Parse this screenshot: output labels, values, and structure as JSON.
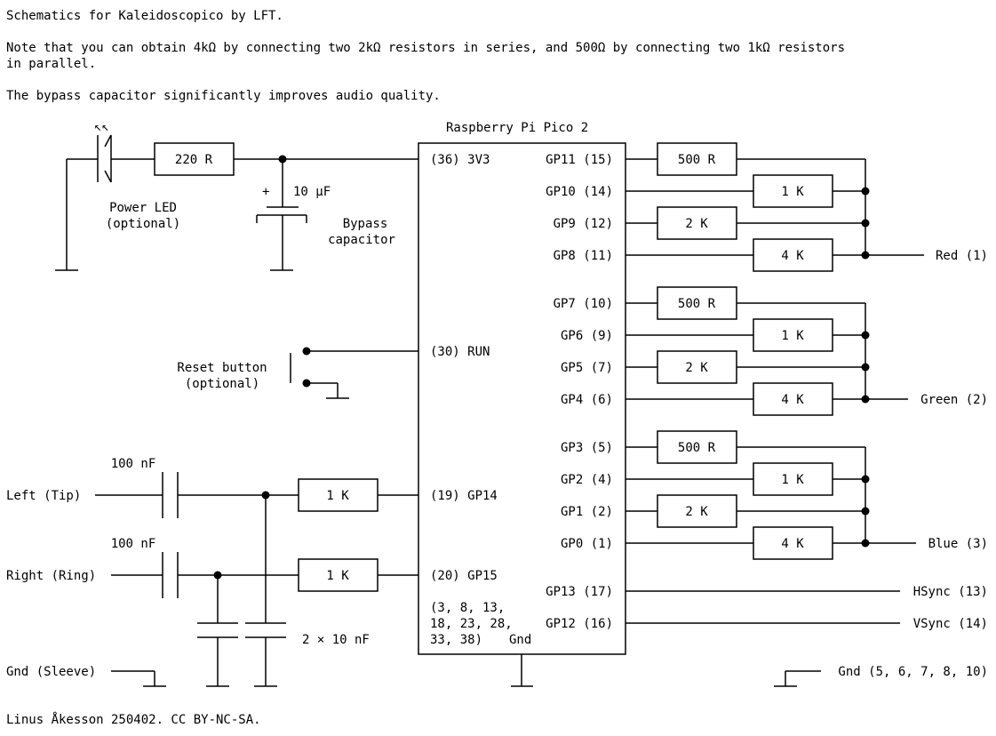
{
  "header": {
    "line1": "Schematics for Kaleidoscopico by LFT.",
    "line2a": "Note that you can obtain 4kΩ by connecting two 2kΩ resistors in series, and 500Ω by connecting two 1kΩ resistors",
    "line2b": "in parallel.",
    "line3": "The bypass capacitor significantly improves audio quality."
  },
  "chip": {
    "title": "Raspberry Pi Pico 2",
    "pin_3v3": "(36) 3V3",
    "pin_run": "(30) RUN",
    "pin_gp14": "(19) GP14",
    "pin_gp15": "(20) GP15",
    "gnd_pins_1": "(3, 8, 13,",
    "gnd_pins_2": "18, 23, 28,",
    "gnd_pins_3": "33, 38)",
    "gnd_label": "Gnd",
    "right_pins": [
      "GP11 (15)",
      "GP10 (14)",
      "GP9 (12)",
      "GP8 (11)",
      "GP7 (10)",
      "GP6 (9)",
      "GP5 (7)",
      "GP4 (6)",
      "GP3 (5)",
      "GP2 (4)",
      "GP1 (2)",
      "GP0 (1)",
      "GP13 (17)",
      "GP12 (16)"
    ]
  },
  "power": {
    "led_arrows": "↖↖",
    "resistor": "220 R",
    "led_label_1": "Power LED",
    "led_label_2": "(optional)",
    "cap_plus": "+",
    "cap_value": "10 µF",
    "cap_label_1": "Bypass",
    "cap_label_2": "capacitor"
  },
  "reset": {
    "label_1": "Reset button",
    "label_2": "(optional)"
  },
  "audio": {
    "left": "Left (Tip)",
    "right": "Right (Ring)",
    "gnd": "Gnd (Sleeve)",
    "cap_left": "100 nF",
    "cap_right": "100 nF",
    "res_left": "1 K",
    "res_right": "1 K",
    "filter_caps": "2 × 10 nF"
  },
  "dac": {
    "resistors": [
      "500 R",
      "1 K",
      "2 K",
      "4 K"
    ],
    "outputs": [
      "Red (1)",
      "Green (2)",
      "Blue (3)"
    ]
  },
  "sync": {
    "hsync": "HSync (13)",
    "vsync": "VSync (14)",
    "gnd": "Gnd (5, 6, 7, 8, 10)"
  },
  "footer": "Linus Åkesson 250402. CC BY-NC-SA."
}
